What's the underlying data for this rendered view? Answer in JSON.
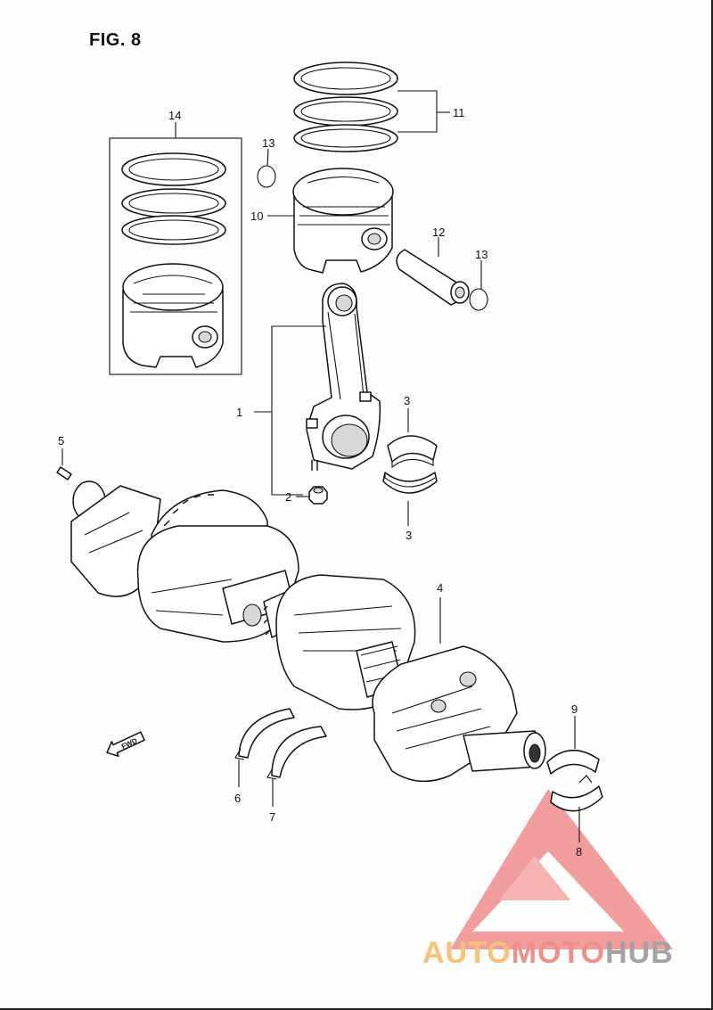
{
  "figure": {
    "title": "FIG. 8"
  },
  "callouts": [
    {
      "number": "1"
    },
    {
      "number": "2"
    },
    {
      "number": "3"
    },
    {
      "number": "3"
    },
    {
      "number": "4"
    },
    {
      "number": "5"
    },
    {
      "number": "6"
    },
    {
      "number": "7"
    },
    {
      "number": "8"
    },
    {
      "number": "9"
    },
    {
      "number": "10"
    },
    {
      "number": "11"
    },
    {
      "number": "12"
    },
    {
      "number": "13"
    },
    {
      "number": "13"
    },
    {
      "number": "14"
    }
  ],
  "direction_marker": {
    "text": "FWD"
  },
  "watermark": {
    "part_a": "AUTO",
    "part_b": "MOTO",
    "part_c": "HUB",
    "colors": {
      "triangle": "#f08d8d",
      "auto": "#f6c27a",
      "moto": "#ef8f8c",
      "hub": "#a3a3a3"
    }
  }
}
